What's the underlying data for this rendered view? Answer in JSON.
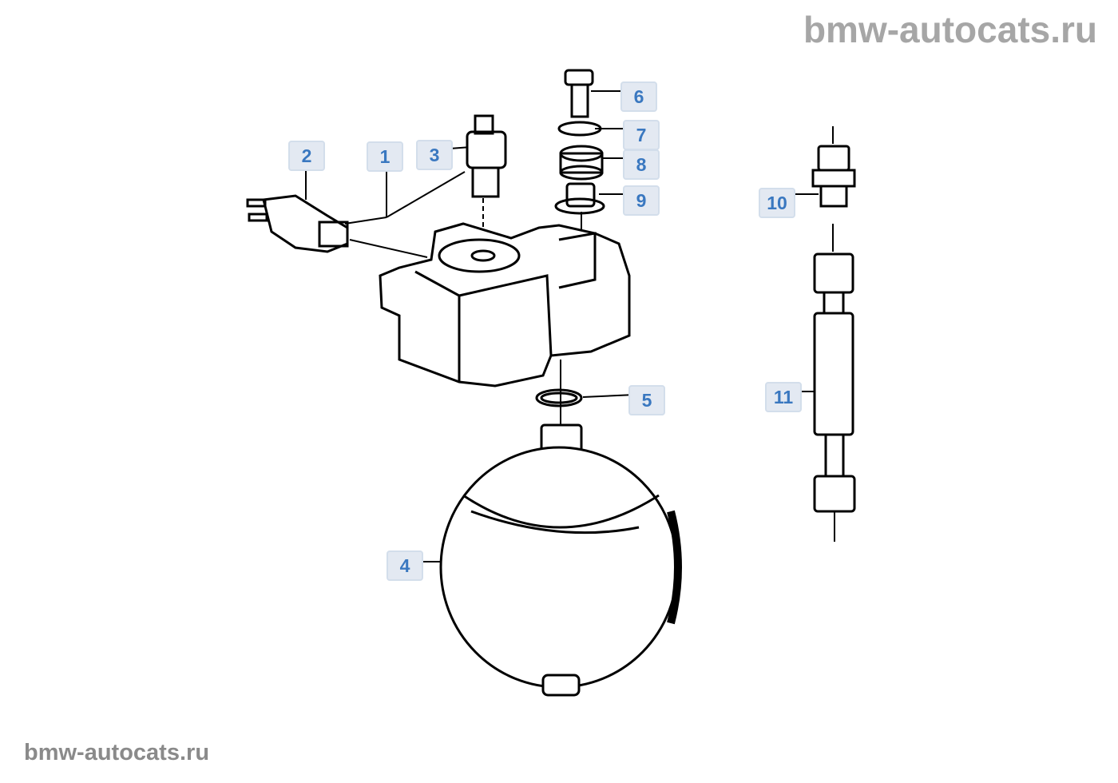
{
  "watermark_top": "bmw-autocats.ru",
  "watermark_bottom": "bmw-autocats.ru",
  "callouts": {
    "c1": "1",
    "c2": "2",
    "c3": "3",
    "c4": "4",
    "c5": "5",
    "c6": "6",
    "c7": "7",
    "c8": "8",
    "c9": "9",
    "c10": "10",
    "c11": "11"
  },
  "colors": {
    "callout_text": "#3a78c0",
    "callout_bg": "#e3e9f2",
    "watermark": "#a6a6a6"
  }
}
